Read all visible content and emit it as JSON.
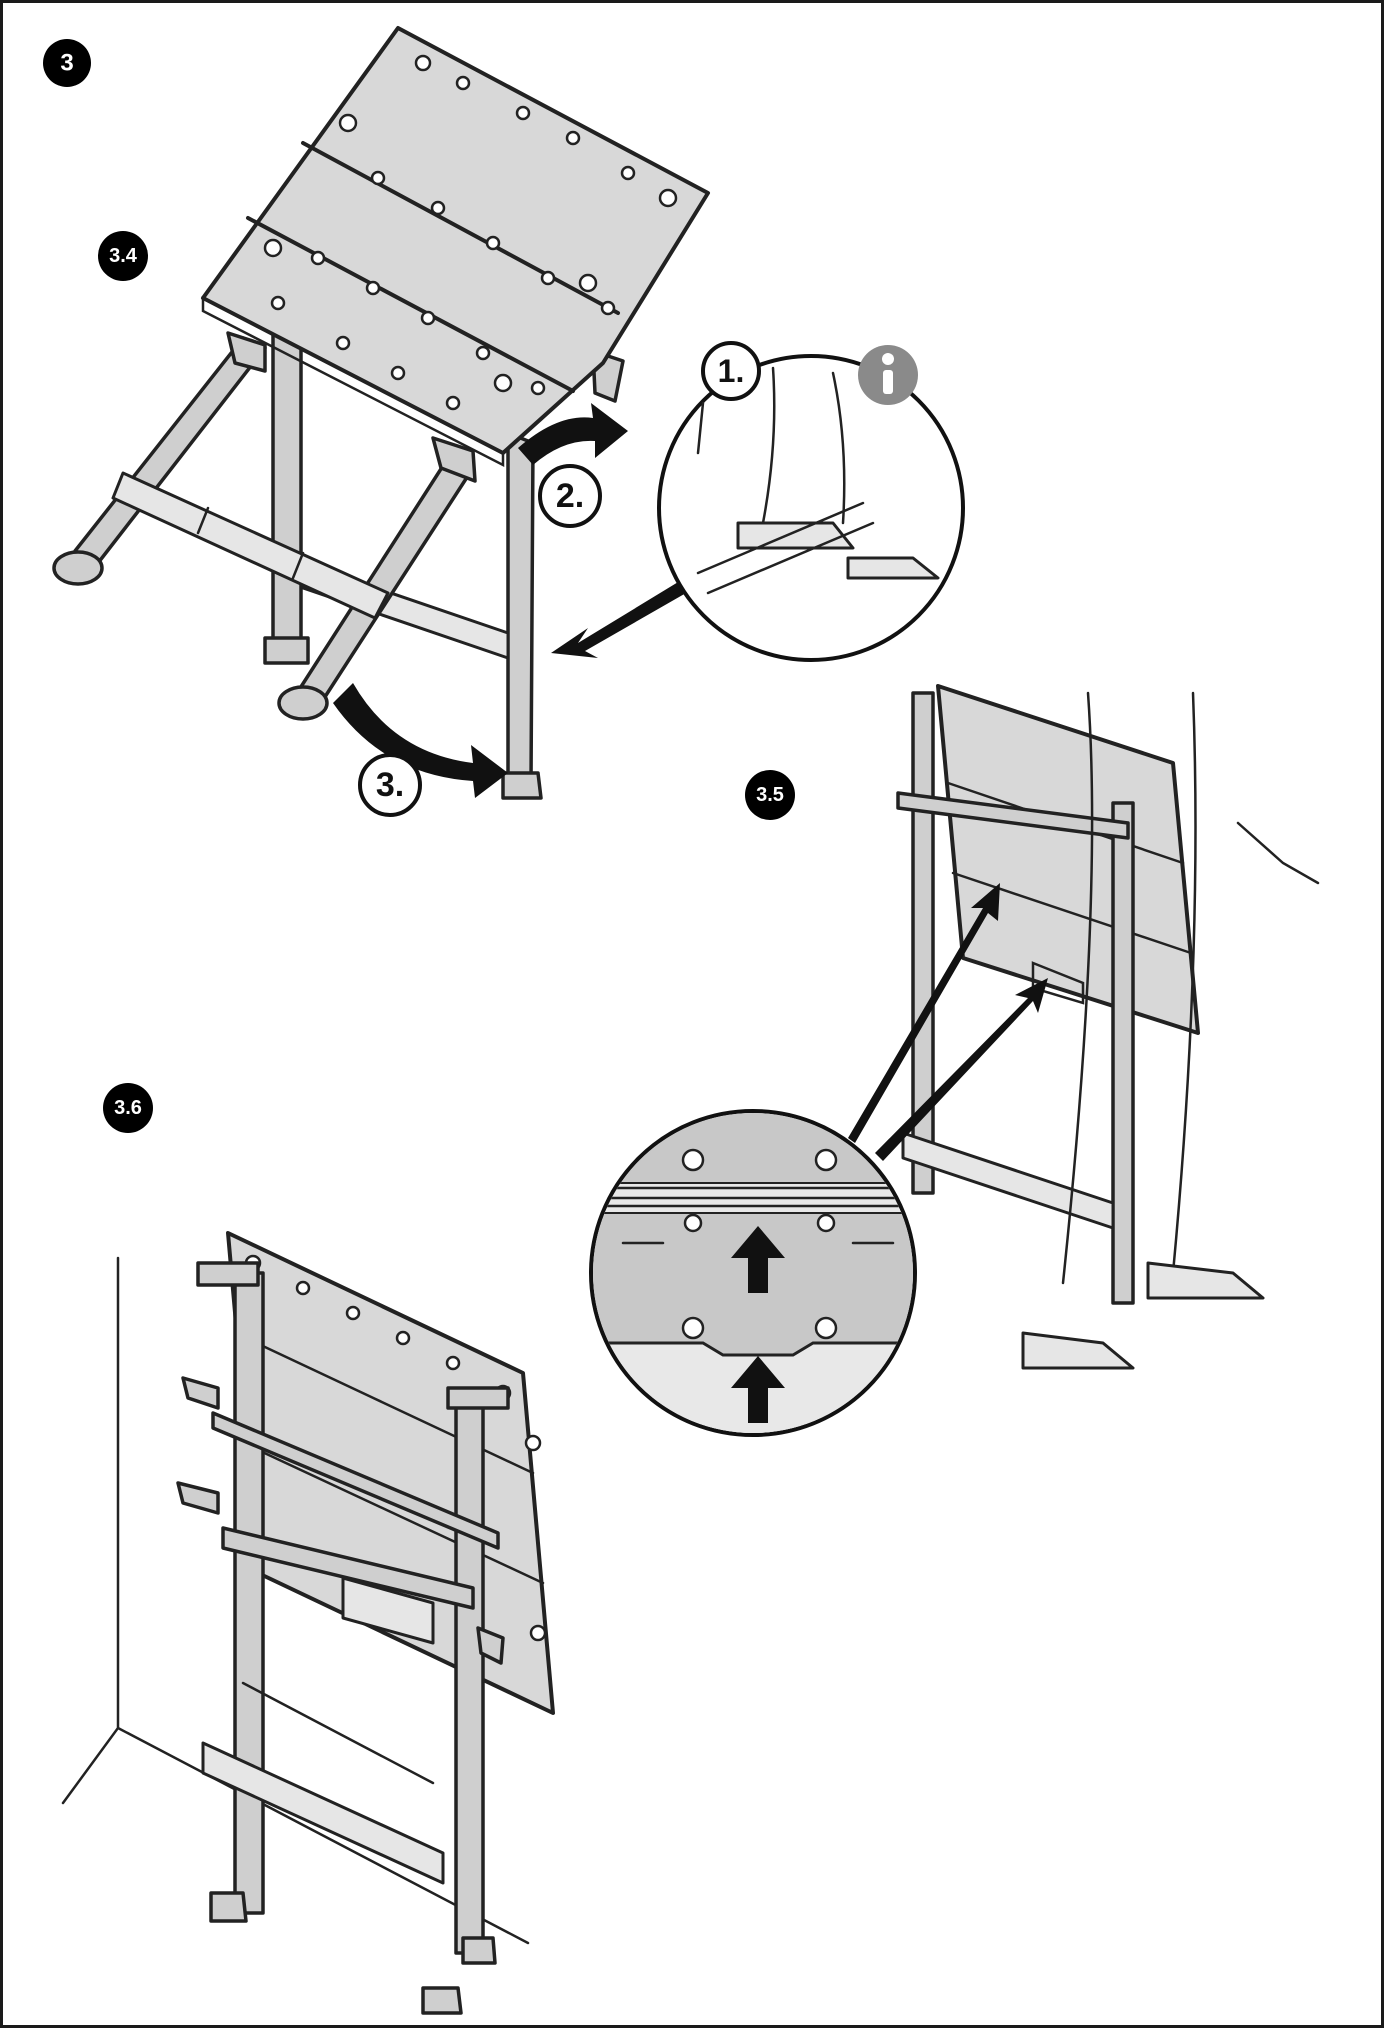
{
  "badges": {
    "main": "3",
    "fig_a": "3.4",
    "fig_b": "3.5",
    "fig_c": "3.6"
  },
  "steps": {
    "step1": "1.",
    "step2": "2.",
    "step3": "3."
  },
  "info_icon": "info-icon",
  "colors": {
    "badge": "#000000",
    "info": "#8a8a8a",
    "surface": "#d8d8d8",
    "line": "#222222"
  }
}
